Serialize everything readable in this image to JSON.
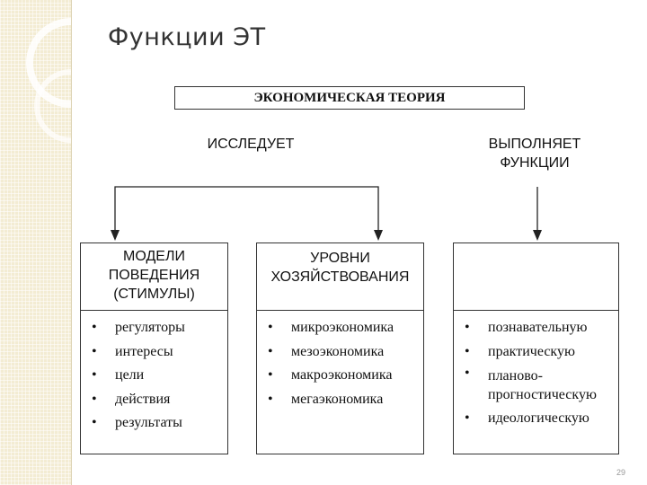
{
  "slide": {
    "title": "Функции ЭТ",
    "page_number": "29"
  },
  "diagram": {
    "root": "ЭКОНОМИЧЕСКАЯ ТЕОРИЯ",
    "left_label": "ИССЛЕДУЕТ",
    "right_label_1": "ВЫПОЛНЯЕТ",
    "right_label_2": "ФУНКЦИИ",
    "columns": [
      {
        "heading": [
          "МОДЕЛИ",
          "ПОВЕДЕНИЯ",
          "(СТИМУЛЫ)"
        ],
        "items": [
          "регуляторы",
          "интересы",
          "цели",
          "действия",
          "результаты"
        ]
      },
      {
        "heading": [
          "УРОВНИ",
          "ХОЗЯЙСТВОВАНИЯ"
        ],
        "items": [
          "микроэкономика",
          "мезоэкономика",
          "макроэкономика",
          "мегаэкономика"
        ]
      },
      {
        "heading": [],
        "items": [
          "познавательную",
          "практическую",
          "планово-\nпрогностическую",
          "идеологическую"
        ]
      }
    ]
  }
}
